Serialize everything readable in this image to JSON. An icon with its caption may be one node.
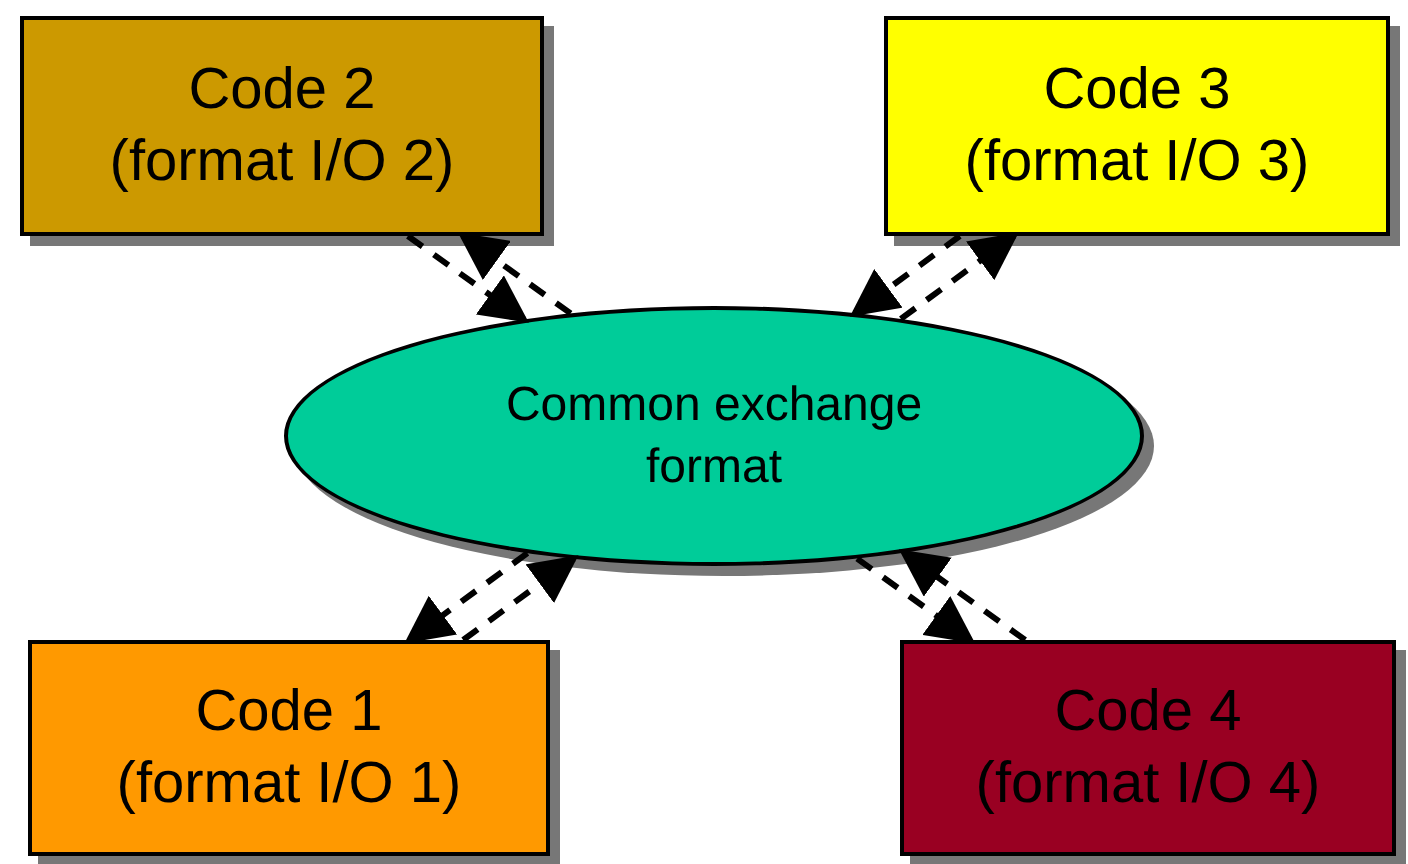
{
  "diagram": {
    "nodes": [
      {
        "text": [
          "Code 2",
          "(format I/O 2)"
        ]
      },
      {
        "text": [
          "Code 3",
          "(format I/O 3)"
        ]
      },
      {
        "text": [
          "Common exchange format"
        ]
      },
      {
        "text": [
          "Code 1",
          "(format I/O 1)"
        ]
      },
      {
        "text": [
          "Code 4",
          "(format I/O 4)"
        ]
      }
    ],
    "edges": [
      {
        "from": 0,
        "to": 2,
        "arrow": "to",
        "style": "dashed"
      },
      {
        "from": 2,
        "to": 0,
        "arrow": "to",
        "style": "dashed"
      },
      {
        "from": 1,
        "to": 2,
        "arrow": "to",
        "style": "dashed"
      },
      {
        "from": 2,
        "to": 1,
        "arrow": "to",
        "style": "dashed"
      },
      {
        "from": 3,
        "to": 2,
        "arrow": "to",
        "style": "dashed"
      },
      {
        "from": 2,
        "to": 3,
        "arrow": "to",
        "style": "dashed"
      },
      {
        "from": 4,
        "to": 2,
        "arrow": "to",
        "style": "dashed"
      },
      {
        "from": 2,
        "to": 4,
        "arrow": "to",
        "style": "dashed"
      }
    ]
  }
}
